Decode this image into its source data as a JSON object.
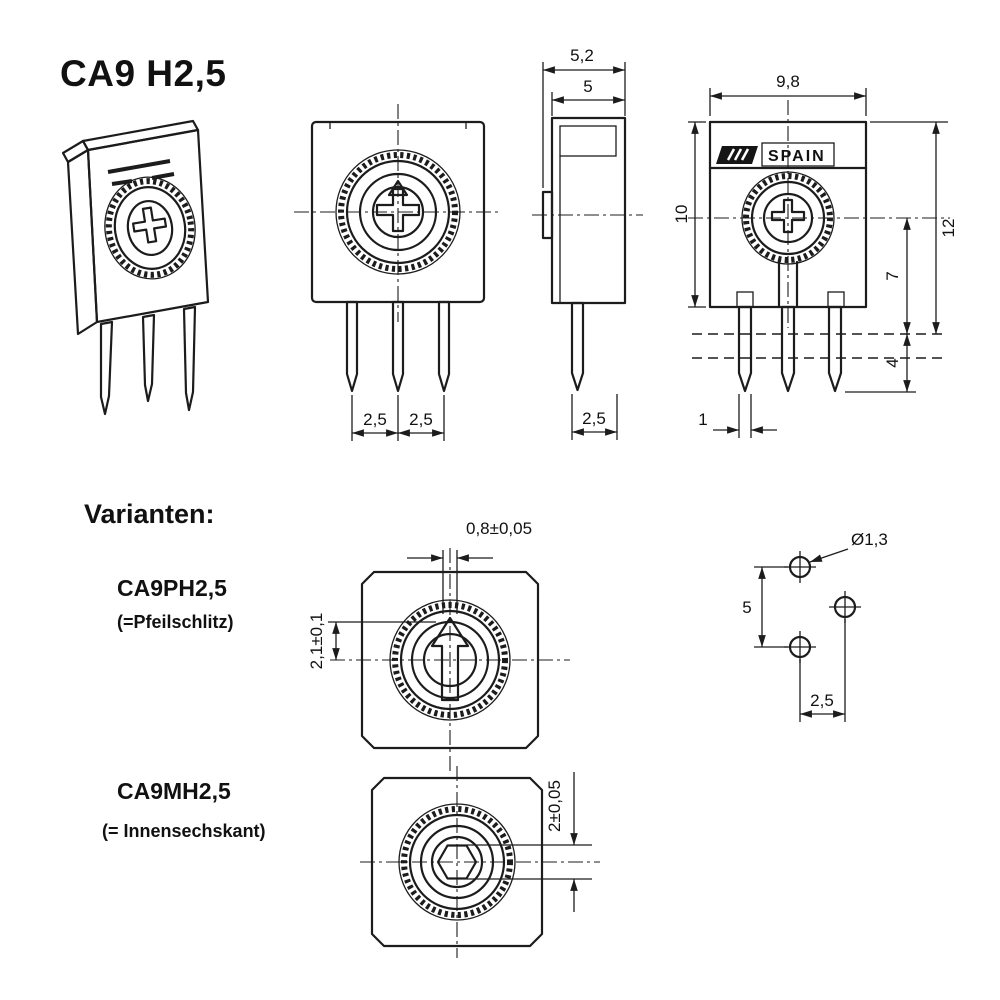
{
  "page": {
    "background": "#ffffff",
    "line_color": "#1c1c1c"
  },
  "title": "CA9 H2,5",
  "brand": {
    "name": "SPAIN"
  },
  "views": {
    "front": {
      "dim_pin_pitch_left": "2,5",
      "dim_pin_pitch_right": "2,5"
    },
    "side": {
      "dim_width_outer": "5,2",
      "dim_width_inner": "5",
      "dim_pin": "2,5"
    },
    "rear": {
      "dim_width": "9,8",
      "dim_body_height": "10",
      "dim_total_height": "12",
      "dim_center_to_board": "7",
      "dim_pin_below_board": "4",
      "dim_pin_width": "1"
    }
  },
  "variants": {
    "heading": "Varianten:",
    "items": [
      {
        "name": "CA9PH2,5",
        "desc": "(=Pfeilschlitz)",
        "dim_slot_width": "0,8±0,05",
        "dim_slot_depth": "2,1±0,1"
      },
      {
        "name": "CA9MH2,5",
        "desc": "(= Innensechskant)",
        "dim_hex": "2±0,05"
      }
    ]
  },
  "pin_layout": {
    "dim_hole_dia": "Ø1,3",
    "dim_vertical_pitch": "5",
    "dim_horizontal_pitch": "2,5"
  }
}
